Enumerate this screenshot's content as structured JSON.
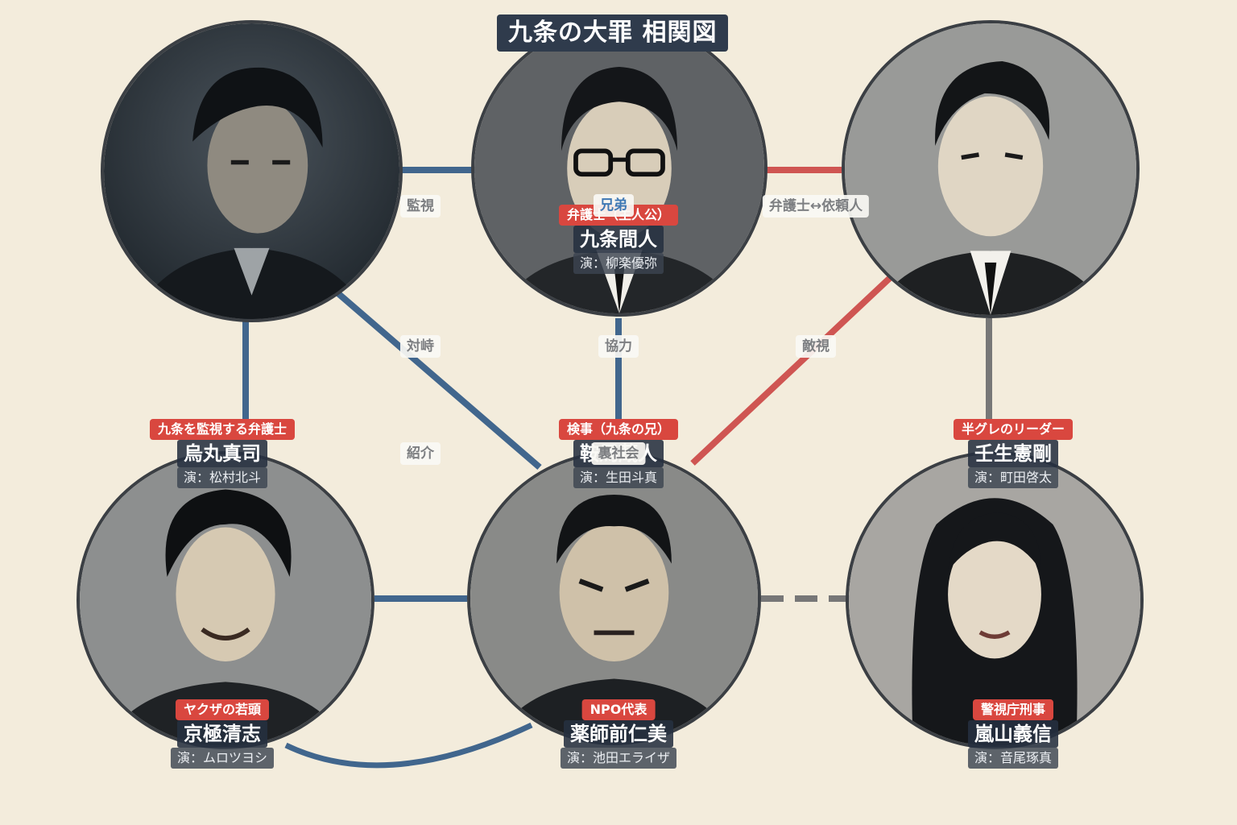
{
  "title": "九条の大罪 相関図",
  "colors": {
    "blue_line": "#41668d",
    "red_line": "#cf5552",
    "gray_line": "#777777",
    "role_badge": "#d9473f",
    "name_plate": "#263040"
  },
  "characters": [
    {
      "id": "kurasu",
      "role": "九条を監視する弁護士",
      "name": "烏丸真司",
      "actor": "演：松村北斗",
      "icon": "portrait-dark-hair-man"
    },
    {
      "id": "kujo",
      "role": "弁護士（主人公）",
      "name": "九条間人",
      "actor": "演：柳楽優弥",
      "icon": "portrait-glasses-man"
    },
    {
      "id": "mibu",
      "role": "半グレのリーダー",
      "name": "壬生憲剛",
      "actor": "演：町田啓太",
      "icon": "portrait-slick-hair-man"
    },
    {
      "id": "kyogoku",
      "role": "ヤクザの若頭",
      "name": "京極清志",
      "actor": "演：ムロツヨシ",
      "icon": "portrait-smiling-man"
    },
    {
      "id": "kuraki",
      "role": "検事（九条の兄）",
      "name": "鞍馬蔵人",
      "actor": "演：生田斗真",
      "icon": "portrait-stern-man"
    },
    {
      "id": "yakushimae",
      "role": "NPO代表",
      "name": "薬師前仁美",
      "actor": "演：池田エライザ",
      "icon": "portrait-long-hair-woman"
    },
    {
      "id": "arashiyama",
      "role": "警視庁刑事",
      "name": "嵐山義信",
      "actor": "演：音尾琢真"
    }
  ],
  "relations": [
    {
      "label": "監視"
    },
    {
      "label": "兄弟"
    },
    {
      "label": "弁護士↔依頼人"
    },
    {
      "label": "対峙"
    },
    {
      "label": "協力"
    },
    {
      "label": "敵視"
    },
    {
      "label": "紹介"
    },
    {
      "label": "裏社会"
    }
  ]
}
